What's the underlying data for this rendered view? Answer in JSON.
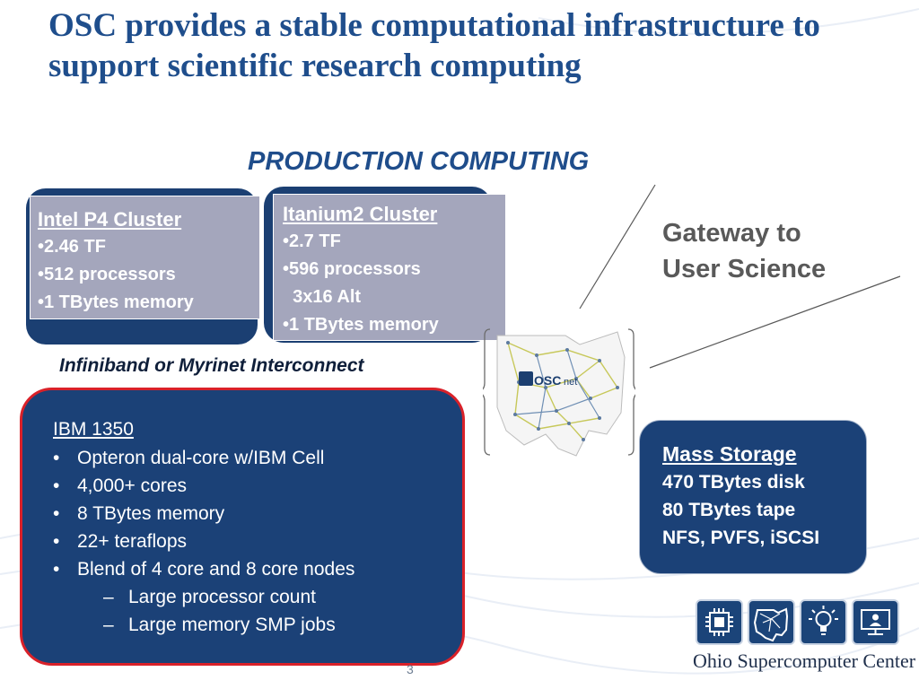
{
  "slide": {
    "title": "OSC provides a stable computational infrastructure to support scientific research computing",
    "section_heading": "PRODUCTION COMPUTING",
    "page_number": "3"
  },
  "clusters": {
    "intel": {
      "heading": "Intel P4 Cluster",
      "lines": [
        "•2.46 TF",
        "•512 processors",
        "•1 TBytes memory"
      ]
    },
    "itanium": {
      "heading": "Itanium2 Cluster",
      "lines": [
        "•2.7 TF",
        "•596 processors",
        "  3x16 Alt",
        "•1 TBytes memory"
      ]
    }
  },
  "gateway": {
    "line1": "Gateway to",
    "line2": "User Science"
  },
  "interconnect_label": "Infiniband or Myrinet Interconnect",
  "ibm": {
    "heading": "IBM 1350",
    "bullets": [
      "Opteron dual-core w/IBM Cell",
      "4,000+ cores",
      "8 TBytes memory",
      "22+ teraflops",
      "Blend of 4 core and 8 core nodes"
    ],
    "sub_bullets": [
      "Large processor count",
      "Large memory SMP jobs"
    ],
    "bullet_glyph": "•",
    "sub_glyph": "–"
  },
  "storage": {
    "heading": "Mass Storage",
    "lines": [
      "470 TBytes disk",
      "80 TBytes tape",
      "NFS, PVFS, iSCSI"
    ]
  },
  "map": {
    "logo_text_main": "OSC",
    "logo_text_sub": "net"
  },
  "footer": {
    "org_name": "Ohio Supercomputer Center",
    "logo_icons": [
      "chip-icon",
      "ohio-network-icon",
      "lightbulb-icon",
      "monitor-icon"
    ]
  },
  "colors": {
    "title_blue": "#1f4e8c",
    "navy_panel": "#1b4177",
    "gray_panel": "#a4a6bc",
    "alert_red": "#d92129",
    "gateway_gray": "#595959"
  }
}
